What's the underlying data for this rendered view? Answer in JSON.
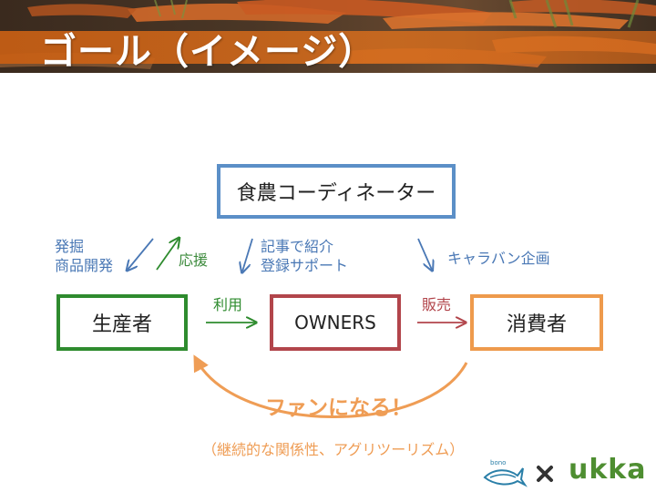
{
  "slide": {
    "title": "ゴール（イメージ）",
    "boxes": {
      "coordinator": "食農コーディネーター",
      "producer": "生産者",
      "owners": "OWNERS",
      "consumer": "消費者"
    },
    "labels": {
      "discover_line1": "発掘",
      "discover_line2": "商品開発",
      "support": "応援",
      "article_line1": "記事で紹介",
      "article_line2": "登録サポート",
      "caravan": "キャラバン企画",
      "use": "利用",
      "sell": "販売",
      "fans": "ファンになる！",
      "relation": "（継続的な関係性、アグリツーリズム）"
    },
    "logos": {
      "bono_text": "bono",
      "ukka_text": "ukka"
    },
    "colors": {
      "title_band": "#d06a1f",
      "coordinator": "#5b8fc7",
      "producer": "#2e8b2e",
      "owners": "#b2454b",
      "consumer": "#ee9a4c",
      "fans": "#ef9d55"
    }
  }
}
